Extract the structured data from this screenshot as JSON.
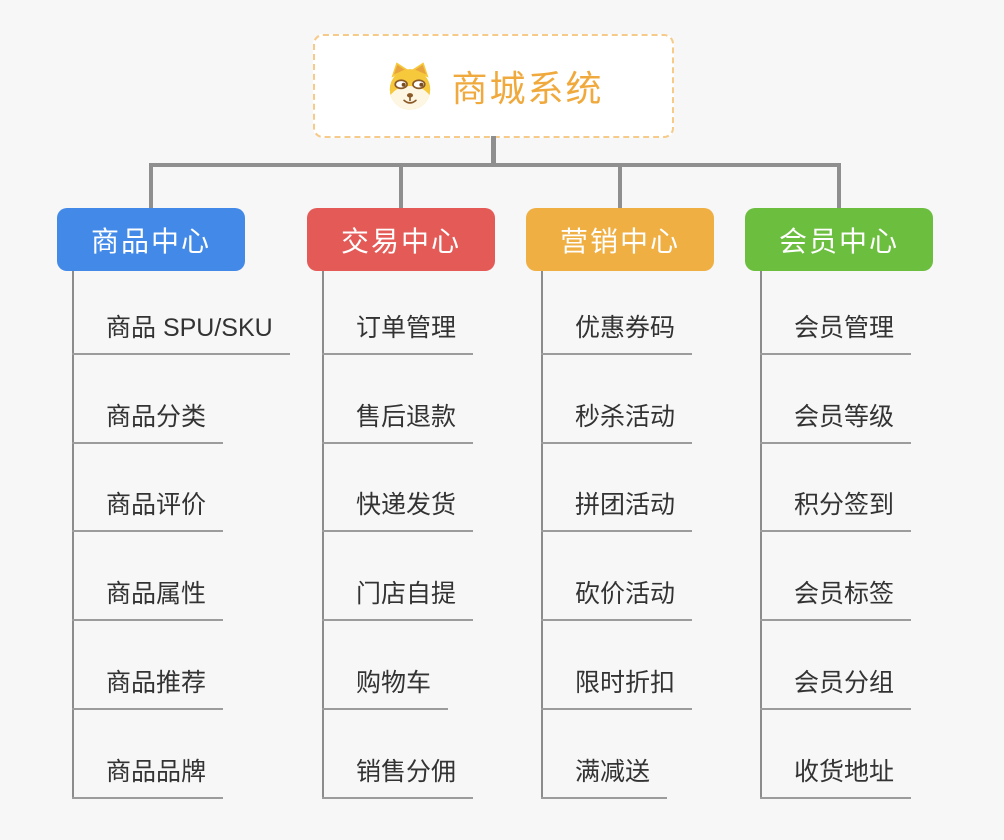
{
  "root": {
    "title": "商城系统",
    "icon": "dog-face-icon",
    "title_color": "#F0A93C",
    "border_color": "#F6CA88"
  },
  "branches": [
    {
      "label": "商品中心",
      "color": "#4289E8",
      "children": [
        "商品 SPU/SKU",
        "商品分类",
        "商品评价",
        "商品属性",
        "商品推荐",
        "商品品牌"
      ]
    },
    {
      "label": "交易中心",
      "color": "#E45A57",
      "children": [
        "订单管理",
        "售后退款",
        "快递发货",
        "门店自提",
        "购物车",
        "销售分佣"
      ]
    },
    {
      "label": "营销中心",
      "color": "#EFAF43",
      "children": [
        "优惠券码",
        "秒杀活动",
        "拼团活动",
        "砍价活动",
        "限时折扣",
        "满减送"
      ]
    },
    {
      "label": "会员中心",
      "color": "#6CBE3F",
      "children": [
        "会员管理",
        "会员等级",
        "积分签到",
        "会员标签",
        "会员分组",
        "收货地址"
      ]
    }
  ],
  "colors": {
    "background": "#f7f7f7",
    "connector": "#8f8f8f",
    "leaf_line": "#9c9c9c",
    "leaf_text": "#333333"
  }
}
